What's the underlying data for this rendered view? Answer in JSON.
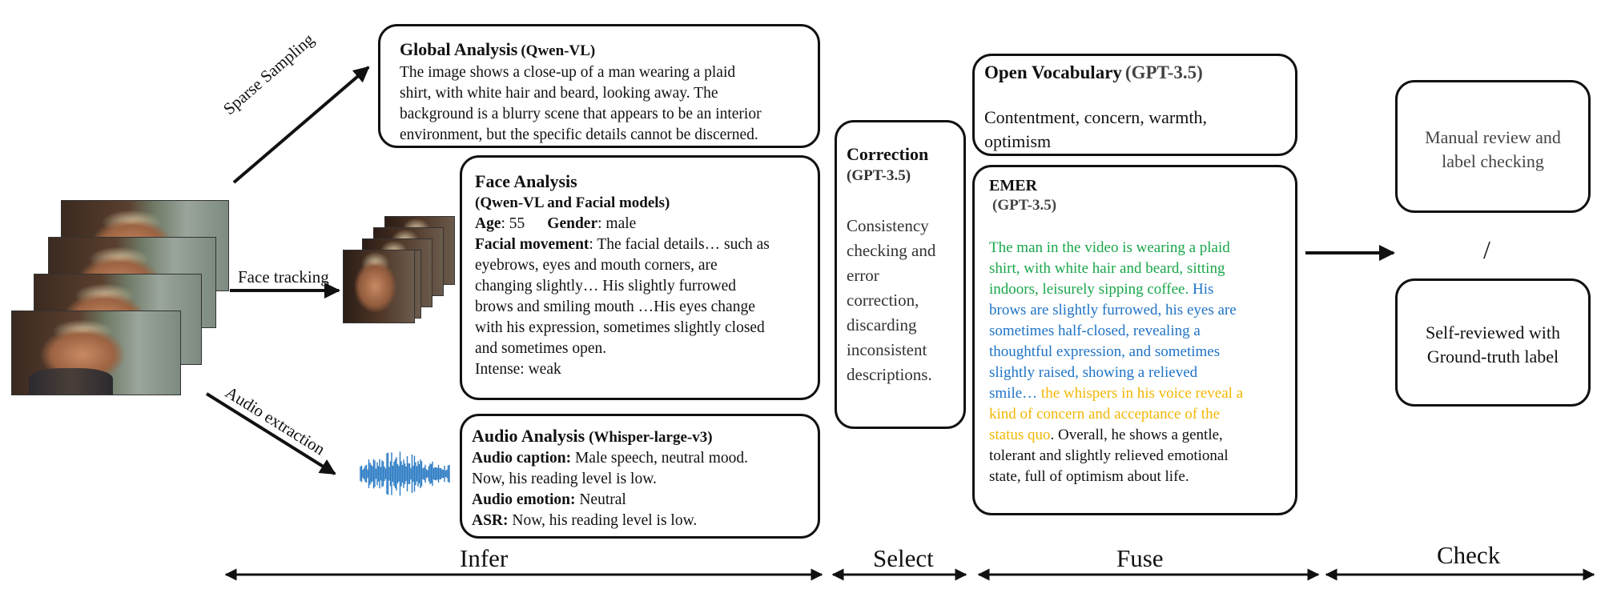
{
  "arrow_labels": {
    "sparse_sampling": "Sparse Sampling",
    "face_tracking": "Face tracking",
    "audio_extraction": "Audio extraction"
  },
  "global_analysis": {
    "title": "Global Analysis",
    "model": "(Qwen-VL)",
    "lines": [
      "The image shows a close-up of a man wearing a plaid",
      "shirt, with white hair and beard, looking away. The",
      "background is a blurry scene that appears to be an interior",
      "environment, but the specific details cannot be discerned."
    ]
  },
  "face_analysis": {
    "title": "Face Analysis",
    "model": "(Qwen-VL and Facial models)",
    "age_label": "Age",
    "age_value": ": 55",
    "gender_label": "Gender",
    "gender_value": ": male",
    "movement_label": "Facial movement",
    "movement_first": ": The facial details… such as",
    "movement_lines": [
      "eyebrows, eyes and mouth corners, are",
      "changing slightly… His slightly furrowed",
      "brows and smiling mouth …His eyes change",
      "with his expression, sometimes slightly closed",
      "and sometimes open."
    ],
    "intense": "Intense: weak"
  },
  "audio_analysis": {
    "title": "Audio Analysis",
    "model": "(Whisper-large-v3)",
    "caption_label": "Audio caption:",
    "caption_value": " Male speech, neutral mood.",
    "caption_line2": "Now, his reading level is low.",
    "emotion_label": "Audio emotion:",
    "emotion_value": " Neutral",
    "asr_label": "ASR:",
    "asr_value": "  Now, his reading level is low."
  },
  "correction": {
    "title": "Correction",
    "model": "(GPT-3.5)",
    "lines": [
      "Consistency",
      "checking and",
      "error",
      "correction,",
      "discarding",
      "inconsistent",
      "descriptions."
    ]
  },
  "open_vocabulary": {
    "title": "Open Vocabulary",
    "model": "(GPT-3.5)",
    "lines": [
      "Contentment, concern, warmth,",
      "optimism"
    ]
  },
  "emer": {
    "title": "EMER",
    "model": "(GPT-3.5)",
    "green_lines": [
      "The man in the video is wearing a plaid",
      "shirt, with white hair and beard, sitting",
      "indoors, leisurely sipping coffee."
    ],
    "blue_first": " His",
    "blue_lines": [
      "brows are slightly furrowed, his eyes are",
      "sometimes half-closed, revealing a",
      "thoughtful expression, and sometimes",
      "slightly raised, showing a relieved",
      "smile…"
    ],
    "gold_first": " the whispers in his voice reveal a",
    "gold_lines": [
      "kind of concern and acceptance of the",
      "status quo"
    ],
    "black_first": ". Overall, he shows a gentle,",
    "black_lines": [
      "tolerant and slightly relieved emotional",
      "state, full of optimism about life."
    ]
  },
  "check": {
    "manual_lines": [
      "Manual review and",
      "label checking"
    ],
    "separator": "/",
    "self_lines": [
      "Self-reviewed with",
      "Ground-truth label"
    ]
  },
  "stages": [
    "Infer",
    "Select",
    "Fuse",
    "Check"
  ],
  "colors": {
    "green": "#1aa64a",
    "blue": "#1f73c6",
    "gold": "#f2b705",
    "waveform": "#2a7bc4"
  }
}
